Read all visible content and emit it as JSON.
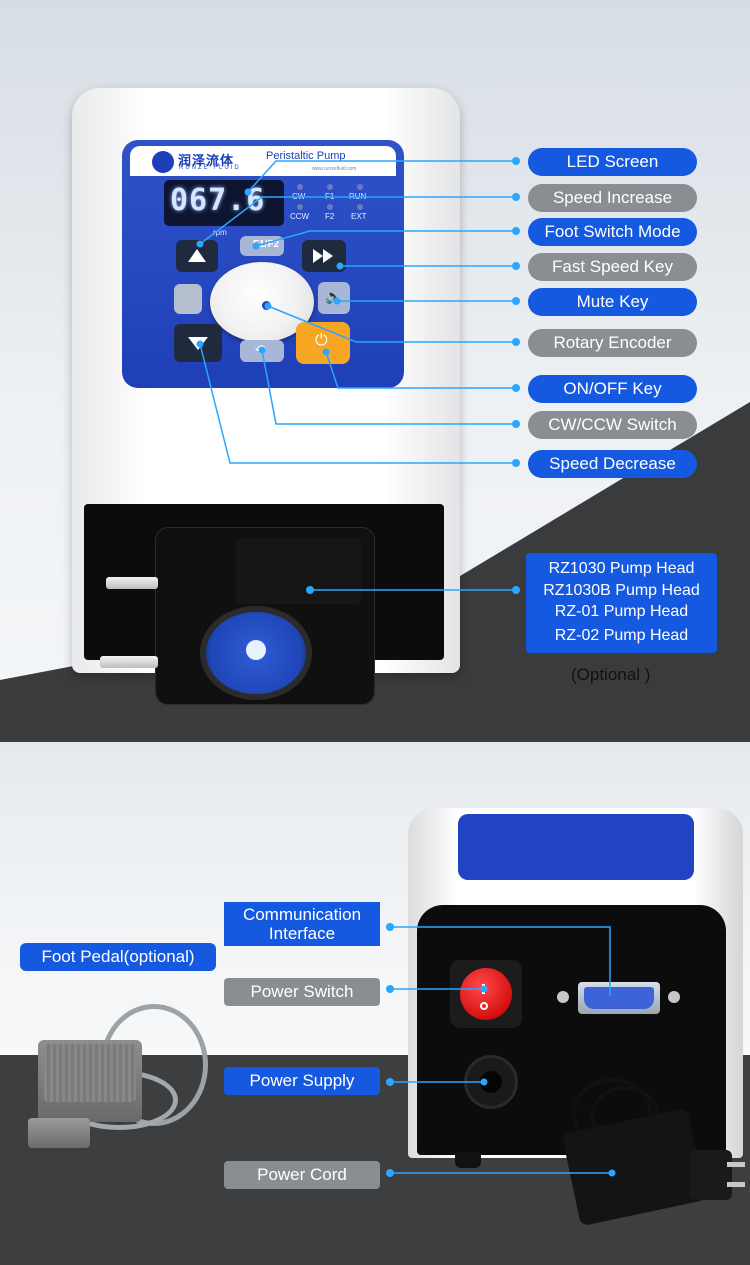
{
  "device": {
    "brand_cn": "润泽流体",
    "brand_en": "RUNZE FLUID",
    "panel_title": "Peristaltic Pump",
    "url": "www.runzefluid.com",
    "display_value": "067.6",
    "display_unit": "rpm",
    "led_labels_top": [
      "CW",
      "F1",
      "RUN"
    ],
    "led_labels_bottom": [
      "CCW",
      "F2",
      "EXT"
    ],
    "key_f_label": "F1/F2"
  },
  "callouts_top": [
    {
      "text": "LED Screen",
      "style": "blue"
    },
    {
      "text": "Speed  Increase",
      "style": "gray"
    },
    {
      "text": "Foot Switch  Mode",
      "style": "blue"
    },
    {
      "text": "Fast Speed  Key",
      "style": "gray"
    },
    {
      "text": "Mute  Key",
      "style": "blue"
    },
    {
      "text": "Rotary  Encoder",
      "style": "gray"
    },
    {
      "text": "ON/OFF  Key",
      "style": "blue"
    },
    {
      "text": "CW/CCW Switch",
      "style": "gray"
    },
    {
      "text": "Speed Decrease",
      "style": "blue"
    }
  ],
  "pump_heads": {
    "items": [
      "RZ1030  Pump Head",
      "RZ1030B  Pump Head",
      "RZ-01  Pump Head",
      "RZ-02  Pump Head"
    ],
    "note": "(Optional )"
  },
  "callouts_bottom": {
    "communication": "Communication Interface",
    "communication_line1": "Communication",
    "communication_line2": "Interface",
    "power_switch": "Power Switch",
    "power_supply": "Power Supply",
    "power_cord": "Power Cord",
    "foot_pedal": "Foot Pedal(optional)"
  },
  "colors": {
    "label_blue": "#1559e0",
    "label_gray": "#8a8d92",
    "leader_line": "#2aa6ff",
    "panel_blue": "#1e3fb8",
    "onoff_orange": "#f6a623",
    "power_red": "#d61010"
  }
}
